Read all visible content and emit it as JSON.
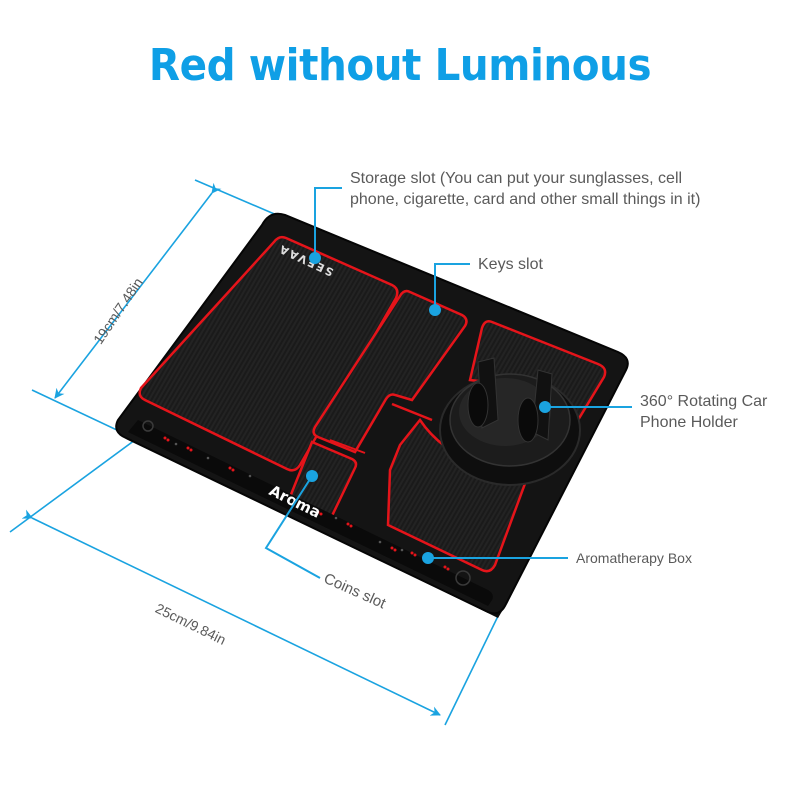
{
  "title": "Red without Luminous",
  "product": {
    "brand_logo_text": "SEEVAA",
    "aroma_text": "Aroma",
    "colors": {
      "title_blue": "#0f9fe6",
      "callout_blue": "#1aa3e0",
      "mat_black": "#151515",
      "accent_red": "#e5141a",
      "label_gray": "#5a5a5a"
    }
  },
  "callouts": [
    {
      "id": "storage",
      "line1": "Storage slot (You can put your sunglasses, cell",
      "line2": "phone, cigarette, card and other small things in it)"
    },
    {
      "id": "keys",
      "line1": "Keys slot"
    },
    {
      "id": "holder",
      "line1": "360° Rotating Car",
      "line2": "Phone Holder"
    },
    {
      "id": "aroma_box",
      "line1": "Aromatherapy Box"
    },
    {
      "id": "coins",
      "line1": "Coins slot"
    }
  ],
  "dimensions": {
    "height": "19cm/7.48in",
    "width": "25cm/9.84in"
  }
}
